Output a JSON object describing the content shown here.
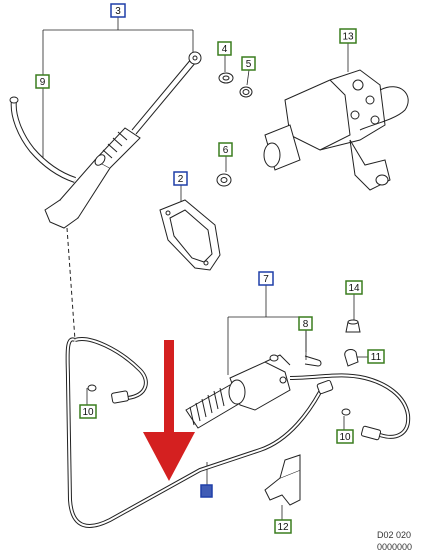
{
  "callouts": [
    {
      "id": "callout-3",
      "label": "3",
      "color": "#1f3fa8"
    },
    {
      "id": "callout-4",
      "label": "4",
      "color": "#3a7d1e"
    },
    {
      "id": "callout-5",
      "label": "5",
      "color": "#3a7d1e"
    },
    {
      "id": "callout-9",
      "label": "9",
      "color": "#3a7d1e"
    },
    {
      "id": "callout-13",
      "label": "13",
      "color": "#3a7d1e"
    },
    {
      "id": "callout-6",
      "label": "6",
      "color": "#3a7d1e"
    },
    {
      "id": "callout-2",
      "label": "2",
      "color": "#1f3fa8"
    },
    {
      "id": "callout-7",
      "label": "7",
      "color": "#1f3fa8"
    },
    {
      "id": "callout-14",
      "label": "14",
      "color": "#3a7d1e"
    },
    {
      "id": "callout-8",
      "label": "8",
      "color": "#3a7d1e"
    },
    {
      "id": "callout-11",
      "label": "11",
      "color": "#3a7d1e"
    },
    {
      "id": "callout-10a",
      "label": "10",
      "color": "#3a7d1e"
    },
    {
      "id": "callout-10b",
      "label": "10",
      "color": "#3a7d1e"
    },
    {
      "id": "callout-1",
      "label": "",
      "color": "#1f3fa8"
    },
    {
      "id": "callout-12",
      "label": "12",
      "color": "#3a7d1e"
    }
  ],
  "diagram_code": "D02 020",
  "diagram_number": "0000000",
  "arrow_color": "#d42020"
}
